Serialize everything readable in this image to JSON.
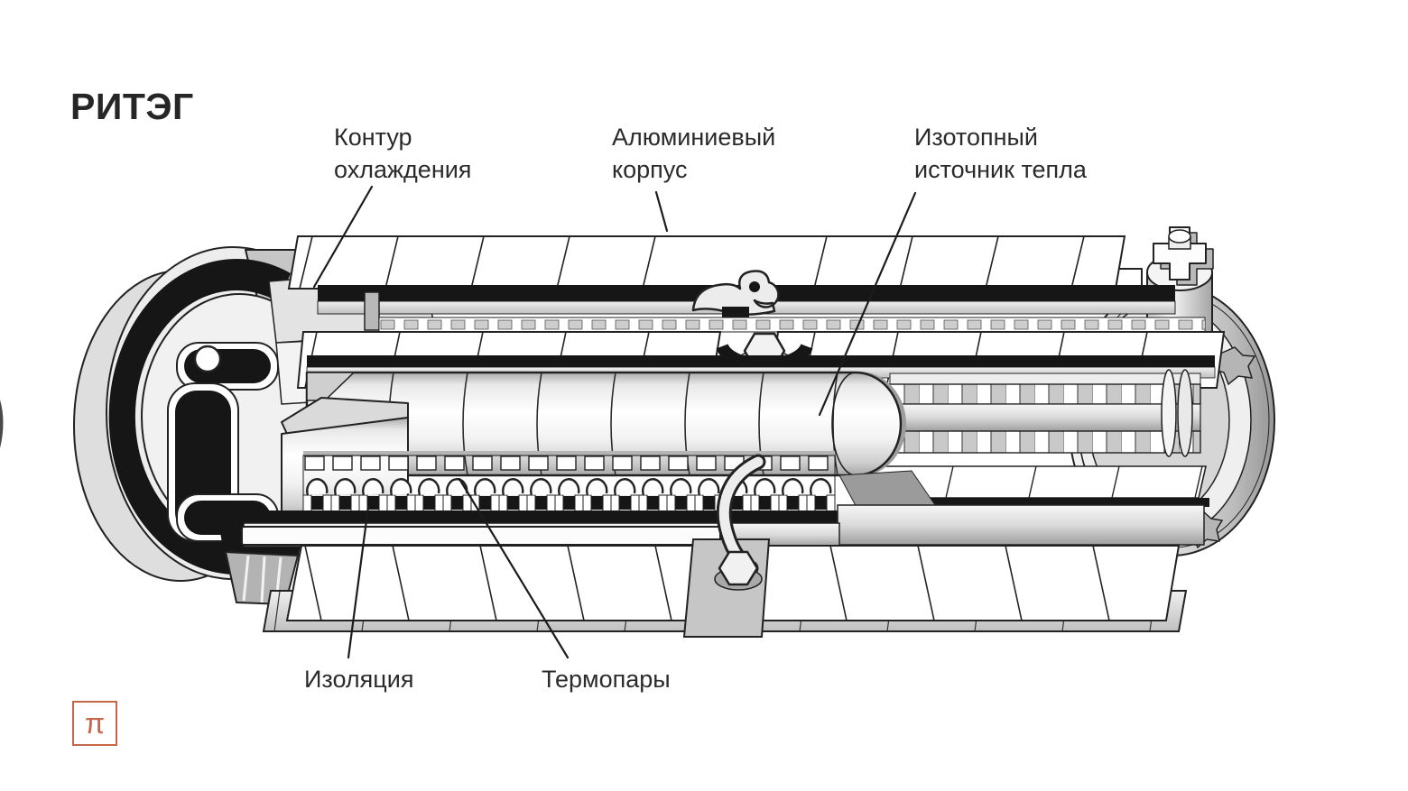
{
  "title": "РИТЭГ",
  "labels": {
    "cooling_circuit": "Контур\nохлаждения",
    "aluminum_housing": "Алюминиевый\nкорпус",
    "isotope_heat_source": "Изотопный\nисточник тепла",
    "insulation": "Изоляция",
    "thermocouples": "Термопары"
  },
  "logo": {
    "symbol": "π"
  },
  "colors": {
    "accent": "#c8664a",
    "ink": "#262626",
    "line_black": "#161616"
  }
}
